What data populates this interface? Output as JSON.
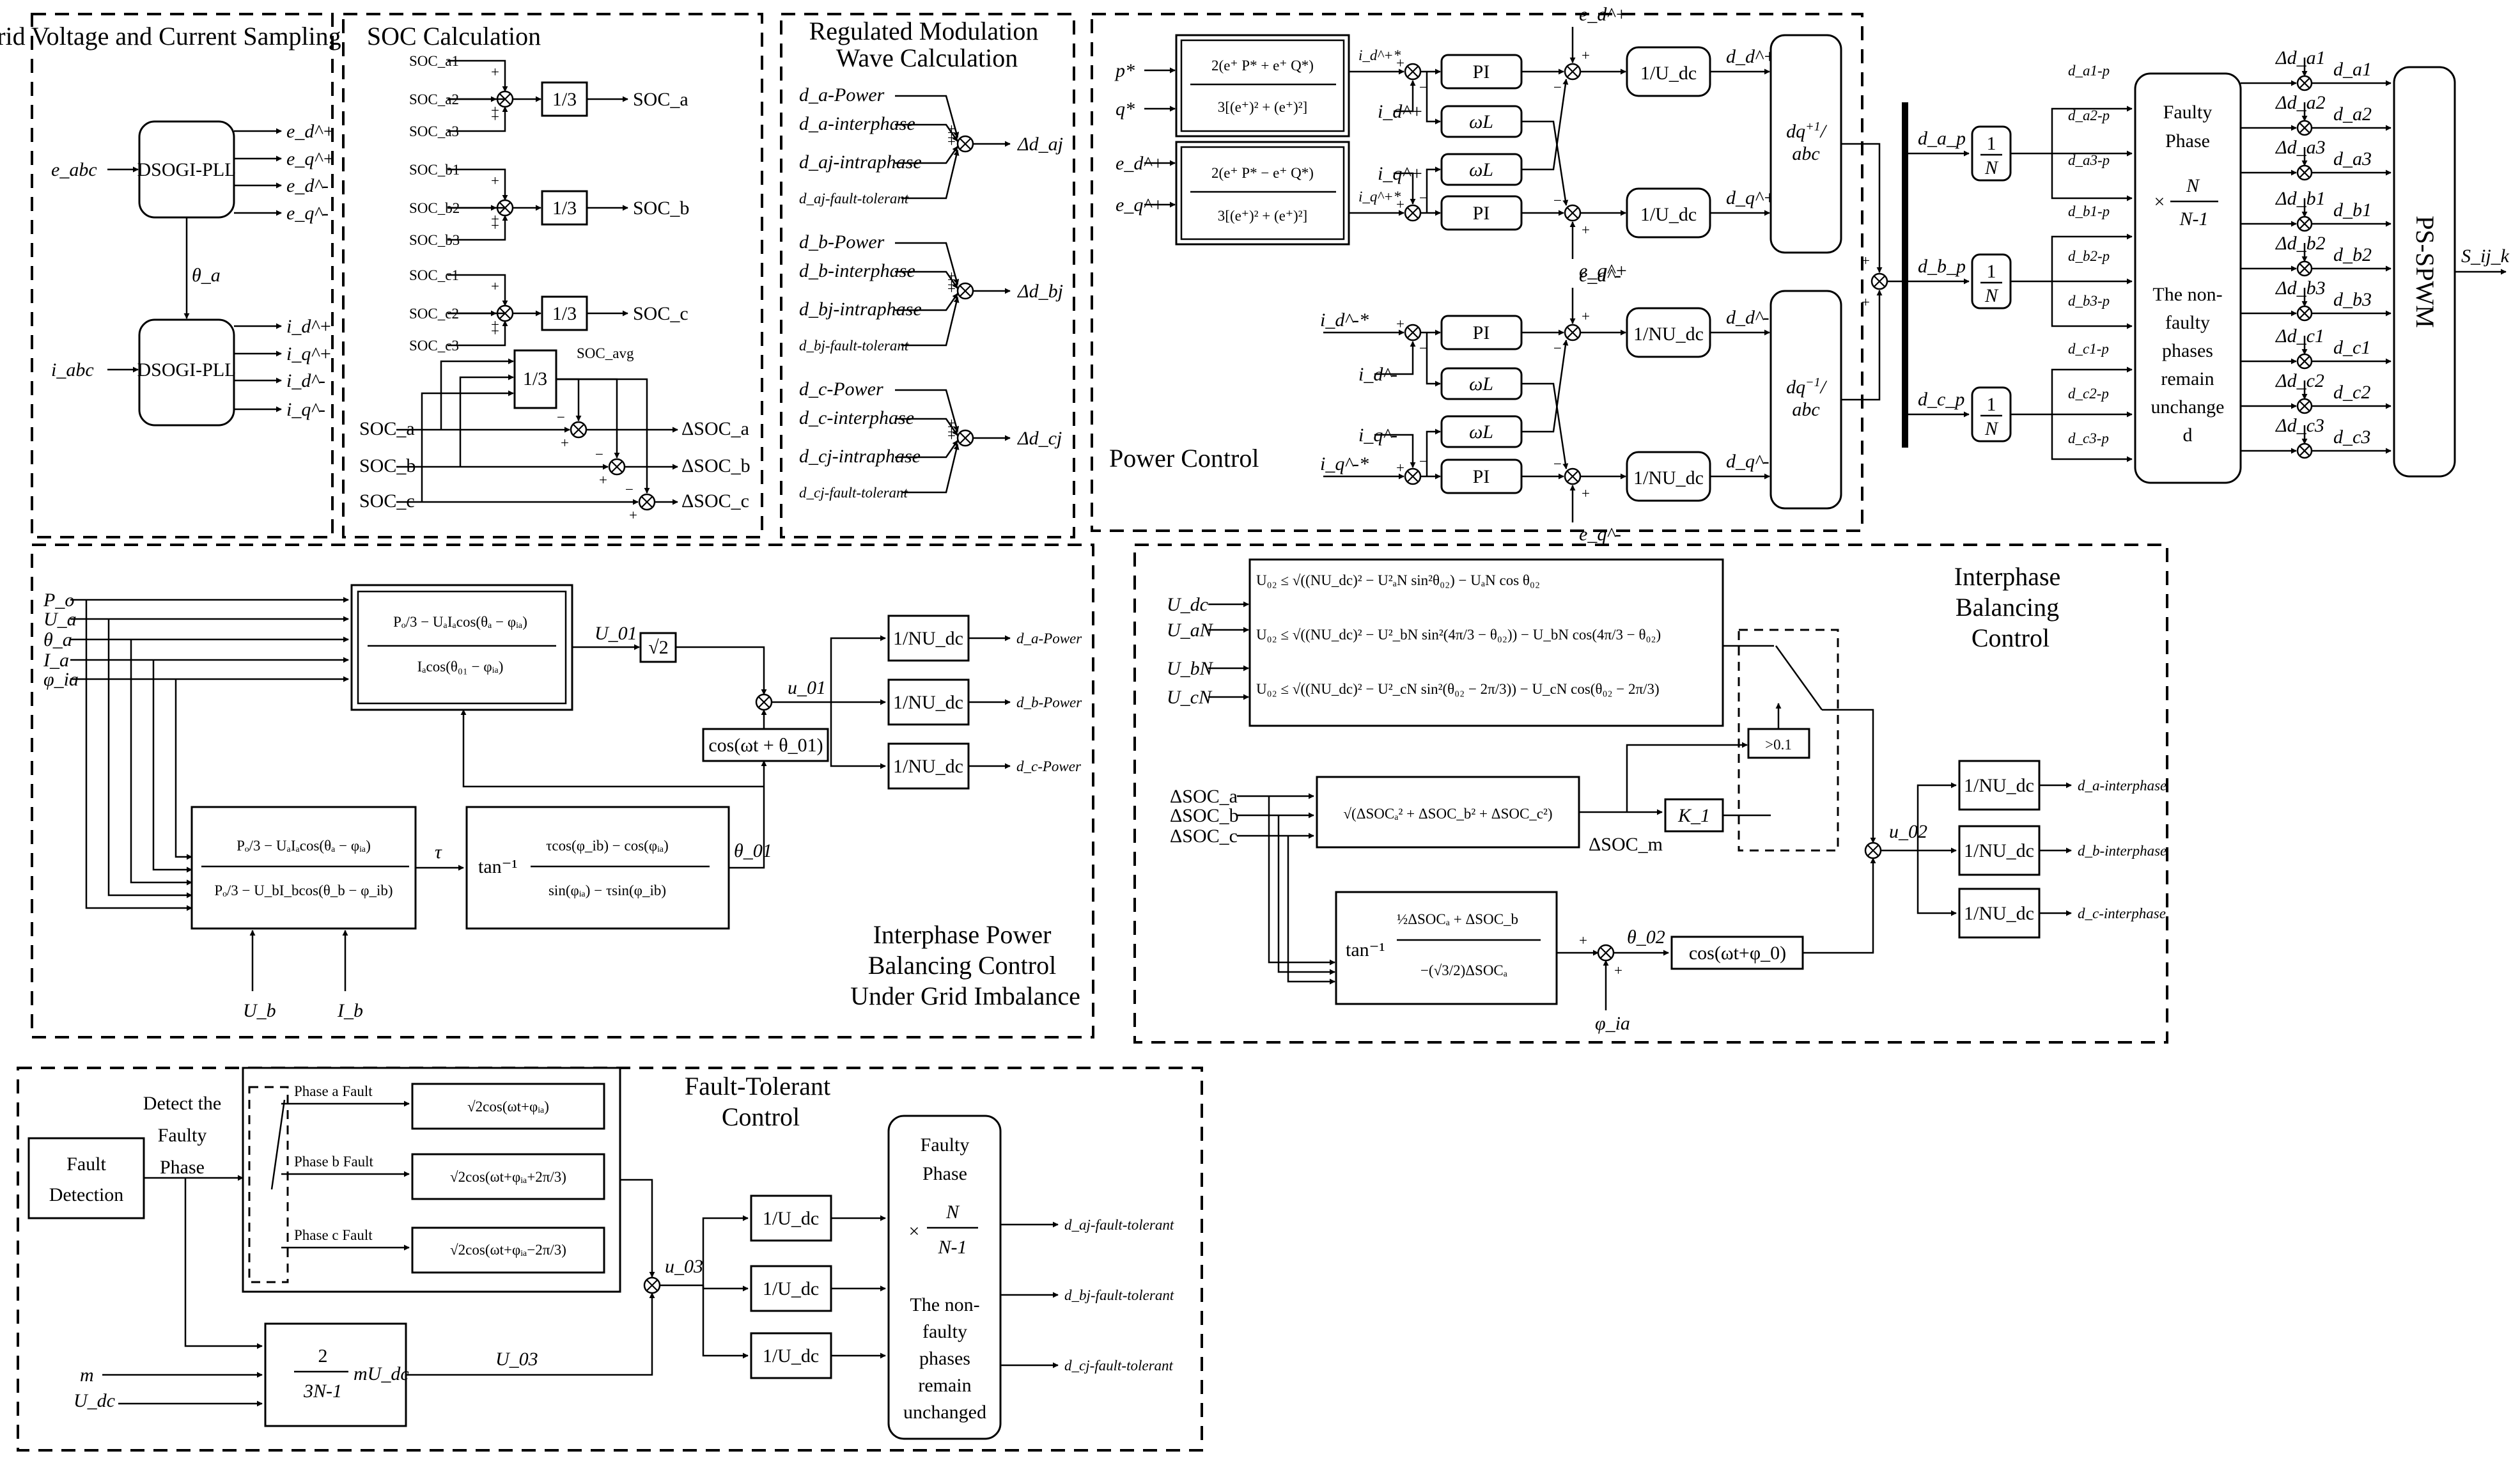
{
  "sections": {
    "grid_sampling": "Grid Voltage and Current Sampling",
    "soc_calc": "SOC Calculation",
    "reg_mod": "Regulated Modulation Wave Calculation",
    "power_control": "Power Control",
    "interphase_power": "Interphase Power Balancing Control Under Grid Imbalance",
    "interphase_balancing": "Interphase Balancing Control",
    "fault_tolerant": "Fault-Tolerant Control"
  },
  "grid": {
    "pll": "DSOGI-PLL",
    "e_in": "e_abc",
    "i_in": "i_abc",
    "theta": "θ_a",
    "e_out": [
      "e_d^+",
      "e_q^+",
      "e_d^-",
      "e_q^-"
    ],
    "i_out": [
      "i_d^+",
      "i_q^+",
      "i_d^-",
      "i_q^-"
    ]
  },
  "soc": {
    "third": "1/3",
    "groups": [
      {
        "inputs": [
          "SOC_a1",
          "SOC_a2",
          "SOC_a3"
        ],
        "out": "SOC_a"
      },
      {
        "inputs": [
          "SOC_b1",
          "SOC_b2",
          "SOC_b3"
        ],
        "out": "SOC_b"
      },
      {
        "inputs": [
          "SOC_c1",
          "SOC_c2",
          "SOC_c3"
        ],
        "out": "SOC_c"
      }
    ],
    "avg": "SOC_avg",
    "phase_in": [
      "SOC_a",
      "SOC_b",
      "SOC_c"
    ],
    "delta": [
      "ΔSOC_a",
      "ΔSOC_b",
      "ΔSOC_c"
    ]
  },
  "regmod": {
    "groups": [
      {
        "inputs": [
          "d_a-Power",
          "d_a-interphase",
          "d_aj-intraphase",
          "d_aj-fault-tolerant"
        ],
        "out": "Δd_aj"
      },
      {
        "inputs": [
          "d_b-Power",
          "d_b-interphase",
          "d_bj-intraphase",
          "d_bj-fault-tolerant"
        ],
        "out": "Δd_bj"
      },
      {
        "inputs": [
          "d_c-Power",
          "d_c-interphase",
          "d_cj-intraphase",
          "d_cj-fault-tolerant"
        ],
        "out": "Δd_cj"
      }
    ]
  },
  "power": {
    "inputs": [
      "p*",
      "q*",
      "e_d^+",
      "e_q^+"
    ],
    "ref_d": "i_d^+*",
    "ref_q": "i_q^+*",
    "fb_d": "i_d^+",
    "fb_q": "i_q^+",
    "pi": "PI",
    "wl": "ωL",
    "udc": "1/U_dc",
    "nudc": "1/NU_dc",
    "dq_pos": "dq^+1/abc",
    "dq_neg": "dq^-1/abc",
    "neg_ref_d": "i_d^-*",
    "neg_ref_q": "i_q^-*",
    "neg_fb_d": "i_d^-",
    "neg_fb_q": "i_q^-",
    "ff_pos": [
      "e_d^+",
      "e_q^+"
    ],
    "ff_neg": [
      "e_d^-",
      "e_q^-"
    ],
    "out_pos": [
      "d_d^+",
      "d_q^+"
    ],
    "out_neg": [
      "d_d^-",
      "d_q^-"
    ]
  },
  "distribution": {
    "phase_in": [
      "d_a_p",
      "d_b_p",
      "d_c_p"
    ],
    "inv_n": "1/N",
    "faulty_title": "Faulty Phase",
    "ratio": "× N/(N-1)",
    "nonfaulty": "The non-faulty phases remain unchanged",
    "d_p": [
      "d_a1-p",
      "d_a2-p",
      "d_a3-p",
      "d_b1-p",
      "d_b2-p",
      "d_b3-p",
      "d_c1-p",
      "d_c2-p",
      "d_c3-p"
    ],
    "delta_d": [
      "Δd_a1",
      "Δd_a2",
      "Δd_a3",
      "Δd_b1",
      "Δd_b2",
      "Δd_b3",
      "Δd_c1",
      "Δd_c2",
      "Δd_c3"
    ],
    "d_out": [
      "d_a1",
      "d_a2",
      "d_a3",
      "d_b1",
      "d_b2",
      "d_b3",
      "d_c1",
      "d_c2",
      "d_c3"
    ],
    "pwm": "PS-SPWM",
    "pwm_out": "S_ij_k"
  },
  "interphase_power": {
    "inputs": [
      "P_o",
      "U_a",
      "θ_a",
      "I_a",
      "φ_ia"
    ],
    "u01": "U_01",
    "sqrt2": "√2",
    "small_u01": "u_01",
    "cos": "cos(ωt + θ_01)",
    "tau": "τ",
    "theta01": "θ_01",
    "ub": "U_b",
    "ib": "I_b",
    "outs": [
      "d_a-Power",
      "d_b-Power",
      "d_c-Power"
    ]
  },
  "interphase_bal": {
    "inputs": [
      "U_dc",
      "U_aN",
      "U_bN",
      "U_cN"
    ],
    "dsoc": [
      "ΔSOC_a",
      "ΔSOC_b",
      "ΔSOC_c"
    ],
    "dsocm": "ΔSOC_m",
    "k1": "K_1",
    "thresh": ">0.1",
    "u02": "u_02",
    "theta02": "θ_02",
    "phi": "φ_ia",
    "cos": "cos(ωt+φ_0)",
    "outs": [
      "d_a-interphase",
      "d_b-interphase",
      "d_c-interphase"
    ]
  },
  "fault": {
    "detection": "Fault Detection",
    "detect_phase": "Detect the Faulty Phase",
    "phases": [
      "Phase a Fault",
      "Phase b Fault",
      "Phase c Fault"
    ],
    "u03": "u_03",
    "U03": "U_03",
    "gain": "2/(3N-1) mU_dc",
    "m": "m",
    "udc": "U_dc",
    "faulty_title": "Faulty Phase",
    "ratio": "× N/(N-1)",
    "nonfaulty": "The non-faulty phases remain unchanged",
    "outs": [
      "d_aj-fault-tolerant",
      "d_bj-fault-tolerant",
      "d_cj-fault-tolerant"
    ]
  }
}
